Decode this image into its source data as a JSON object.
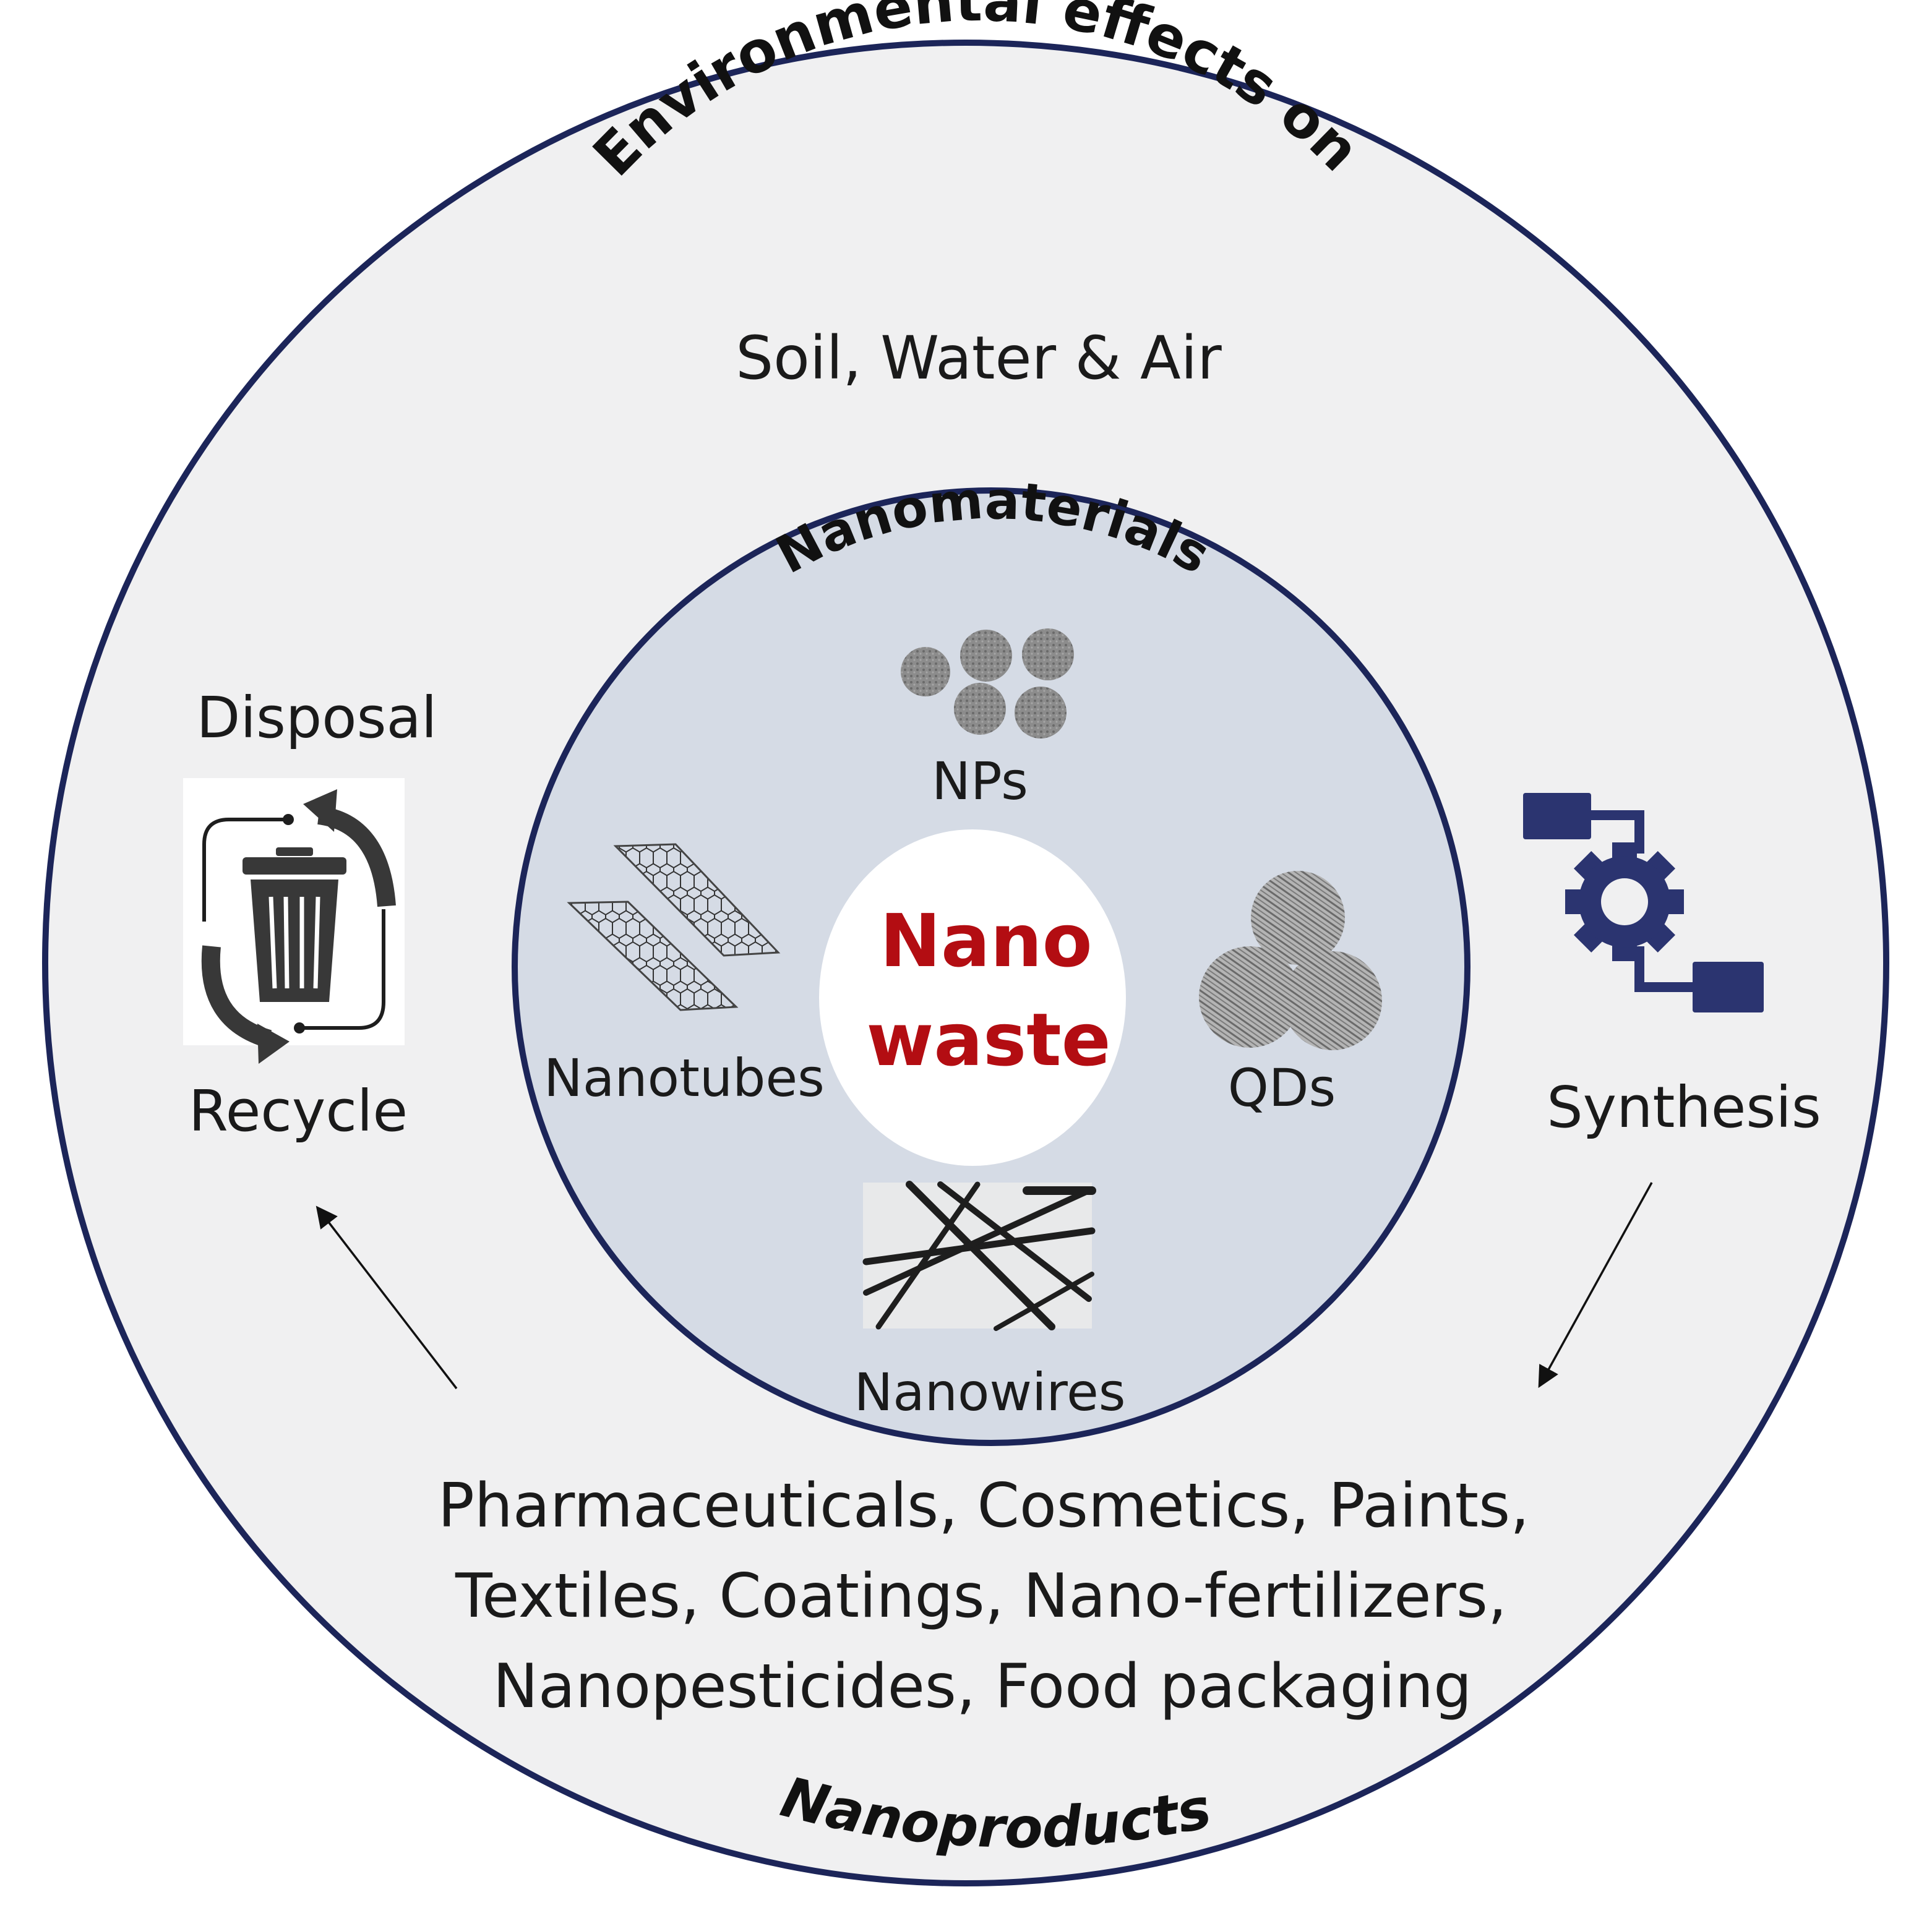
{
  "outer_title": "Environmental effects on",
  "outer_subtitle": "Soil, Water & Air",
  "inner_title": "Nanomaterials",
  "center": {
    "line1": "Nano",
    "line2": "waste"
  },
  "materials": {
    "nps": "NPs",
    "nanotubes": "Nanotubes",
    "qds": "QDs",
    "nanowires": "Nanowires"
  },
  "disposal": {
    "top_label": "Disposal",
    "bottom_label": "Recycle"
  },
  "synthesis": {
    "label": "Synthesis"
  },
  "products": {
    "lines": [
      "Pharmaceuticals, Cosmetics, Paints,",
      "Textiles, Coatings, Nano-fertilizers,",
      "Nanopesticides, Food packaging"
    ],
    "title": "Nanoproducts"
  },
  "colors": {
    "outer_fill": "#f0f0f1",
    "outer_stroke": "#1c2559",
    "inner_fill": "#d5dbe5",
    "center_fill": "#ffffff",
    "accent_red": "#b30d12",
    "icon_navy": "#2b3470",
    "particle_gray": "#8c8c8c"
  }
}
